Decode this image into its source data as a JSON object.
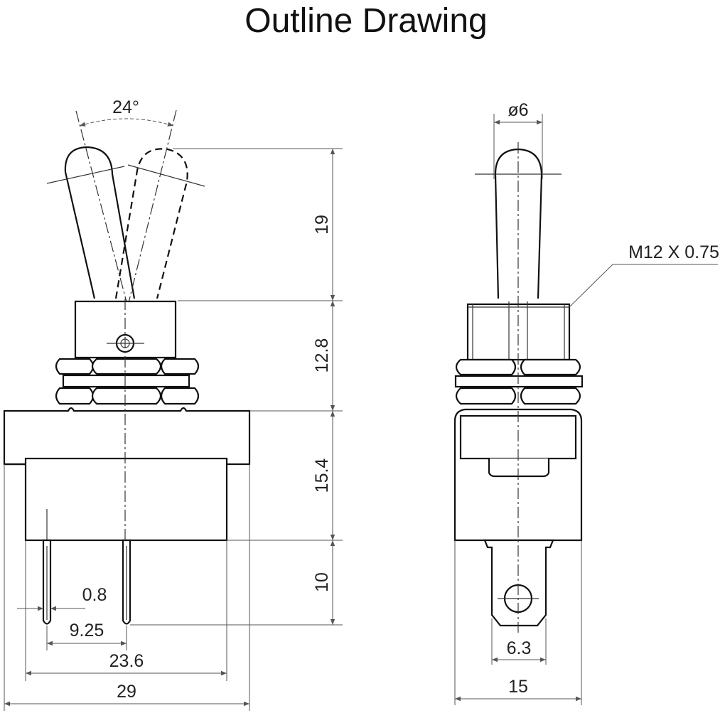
{
  "title": "Outline Drawing",
  "dimensions": {
    "angle": "24°",
    "diameter": "ø6",
    "thread": "M12 X 0.75",
    "lever_height": "19",
    "bushing_height": "12.8",
    "body_height": "15.4",
    "terminal_length": "10",
    "terminal_thickness": "0.8",
    "terminal_pitch": "9.25",
    "base_width": "23.6",
    "overall_width": "29",
    "terminal_width": "6.3",
    "side_width": "15"
  }
}
